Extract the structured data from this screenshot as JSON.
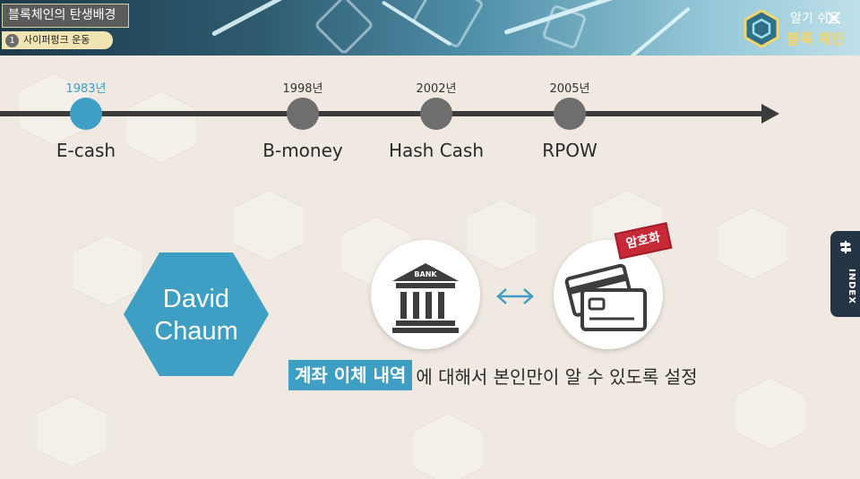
{
  "header": {
    "title": "블록체인의 탄생배경",
    "section_number": "1",
    "section_label": "사이퍼펑크 운동",
    "logo_line1": "알기 쉬운",
    "logo_line2": "블록 체인",
    "logo_icon": "hexagon-cube-icon",
    "close_icon": "close-icon"
  },
  "timeline": {
    "items": [
      {
        "year": "1983년",
        "label": "E-cash",
        "active": true
      },
      {
        "year": "1998년",
        "label": "B-money",
        "active": false
      },
      {
        "year": "2002년",
        "label": "Hash Cash",
        "active": false
      },
      {
        "year": "2005년",
        "label": "RPOW",
        "active": false
      }
    ]
  },
  "person": {
    "line1": "David",
    "line2": "Chaum"
  },
  "icons": {
    "bank": "bank-icon",
    "bank_text": "BANK",
    "exchange": "exchange-arrow-icon",
    "cards": "credit-card-icon",
    "stamp": "암호화"
  },
  "caption": {
    "highlight": "계좌 이체 내역",
    "rest": "에 대해서 본인만이 알 수 있도록 설정"
  },
  "index_tab": {
    "label": "INDEX",
    "icon": "signpost-icon"
  },
  "colors": {
    "accent": "#3f9ec3",
    "dot": "#6e6e6e",
    "axis": "#3b3b3b",
    "background": "#efe9e1",
    "stamp": "#c62a37"
  }
}
